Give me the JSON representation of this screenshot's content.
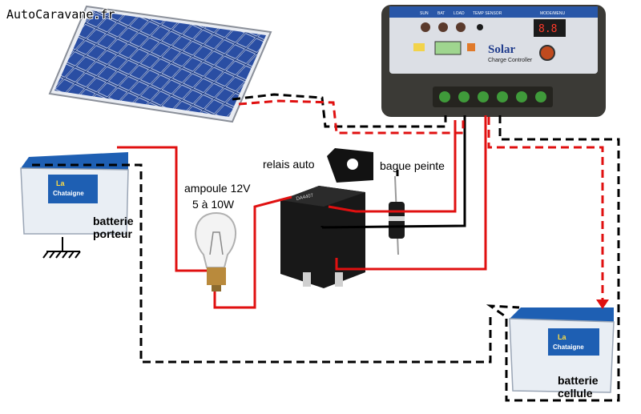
{
  "watermark": "AutoCaravane.fr",
  "labels": {
    "ampoule_line1": "ampoule 12V",
    "ampoule_line2": "5 à 10W",
    "relais": "relais auto",
    "bague": "bague peinte",
    "batterie_porteur_line1": "batterie",
    "batterie_porteur_line2": "porteur",
    "batterie_cellule_line1": "batterie",
    "batterie_cellule_line2": "cellule"
  },
  "controller": {
    "brand": "Solar",
    "subtitle": "Charge Controller",
    "top_labels": [
      "SUN",
      "BAT",
      "LOAD",
      "TEMP SENSOR",
      "MODE/MENU"
    ]
  },
  "batteries": {
    "brand_line1": "La",
    "brand_line2": "Chataigne"
  },
  "relay_text": "DA4407",
  "colors": {
    "positive_wire": "#e01010",
    "negative_wire": "#000000",
    "panel_blue": "#1d3f8f",
    "controller_body": "#3b3a36",
    "battery_blue": "#1e5fb3"
  }
}
